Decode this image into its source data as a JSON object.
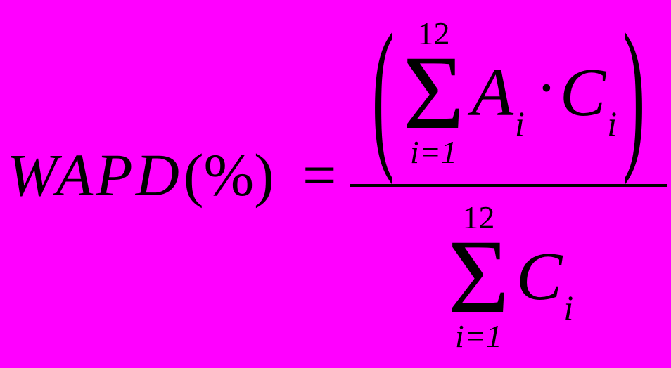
{
  "colors": {
    "background": "#FF00FF",
    "ink": "#000000"
  },
  "formula": {
    "lhs": "WAPD",
    "lhs_suffix": "(%)",
    "equals": "=",
    "numerator": {
      "paren_open": "(",
      "paren_close": ")",
      "sum": {
        "upper": "12",
        "symbol": "Σ",
        "lower": "i=1"
      },
      "factor1": {
        "base": "A",
        "sub": "i"
      },
      "operator": "·",
      "factor2": {
        "base": "C",
        "sub": "i"
      }
    },
    "denominator": {
      "sum": {
        "upper": "12",
        "symbol": "Σ",
        "lower": "i=1"
      },
      "term": {
        "base": "C",
        "sub": "i"
      }
    }
  }
}
